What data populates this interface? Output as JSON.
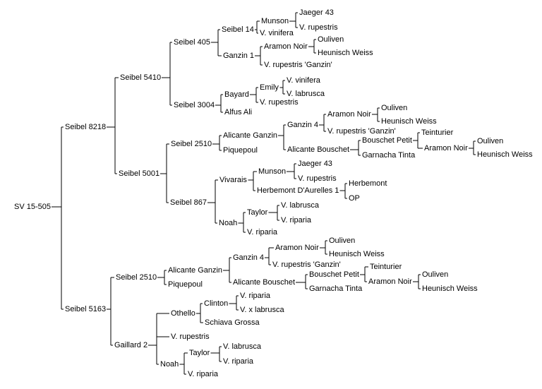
{
  "pedigree": {
    "root": "SV 15-505",
    "parents": [
      "Seibel 8218",
      "Seibel 5163"
    ],
    "nodes": [
      {
        "id": "sv15505",
        "label": "SV 15-505"
      },
      {
        "id": "s8218",
        "label": "Seibel 8218"
      },
      {
        "id": "s5163",
        "label": "Seibel 5163"
      },
      {
        "id": "s5410",
        "label": "Seibel 5410"
      },
      {
        "id": "s5001",
        "label": "Seibel 5001"
      },
      {
        "id": "s405",
        "label": "Seibel 405"
      },
      {
        "id": "s3004",
        "label": "Seibel 3004"
      },
      {
        "id": "s14",
        "label": "Seibel 14"
      },
      {
        "id": "ganzin1",
        "label": "Ganzin 1"
      },
      {
        "id": "munson1",
        "label": "Munson"
      },
      {
        "id": "vvin1",
        "label": "V. vinifera"
      },
      {
        "id": "jaeger1",
        "label": "Jaeger 43"
      },
      {
        "id": "vrup1",
        "label": "V. rupestris"
      },
      {
        "id": "aramon1",
        "label": "Aramon Noir"
      },
      {
        "id": "vrupg1",
        "label": "V. rupestris 'Ganzin'"
      },
      {
        "id": "ouliven1",
        "label": "Ouliven"
      },
      {
        "id": "heunisch1",
        "label": "Heunisch Weiss"
      },
      {
        "id": "bayard",
        "label": "Bayard"
      },
      {
        "id": "alfus",
        "label": "Alfus Ali"
      },
      {
        "id": "emily",
        "label": "Emily"
      },
      {
        "id": "vrup2",
        "label": "V. rupestris"
      },
      {
        "id": "vvin2",
        "label": "V. vinifera"
      },
      {
        "id": "vlab1",
        "label": "V. labrusca"
      },
      {
        "id": "s2510a",
        "label": "Seibel 2510"
      },
      {
        "id": "s867",
        "label": "Seibel 867"
      },
      {
        "id": "alicanteg1",
        "label": "Alicante Ganzin"
      },
      {
        "id": "piquepoul1",
        "label": "Piquepoul"
      },
      {
        "id": "ganzin4a",
        "label": "Ganzin 4"
      },
      {
        "id": "alicanteb1",
        "label": "Alicante Bouschet"
      },
      {
        "id": "aramon2",
        "label": "Aramon Noir"
      },
      {
        "id": "vrupg2",
        "label": "V. rupestris 'Ganzin'"
      },
      {
        "id": "ouliven2",
        "label": "Ouliven"
      },
      {
        "id": "heunisch2",
        "label": "Heunisch Weiss"
      },
      {
        "id": "bouschetp1",
        "label": "Bouschet Petit"
      },
      {
        "id": "garnacha1",
        "label": "Garnacha Tinta"
      },
      {
        "id": "teinturier1",
        "label": "Teinturier"
      },
      {
        "id": "aramon3",
        "label": "Aramon Noir"
      },
      {
        "id": "ouliven3",
        "label": "Ouliven"
      },
      {
        "id": "heunisch3",
        "label": "Heunisch Weiss"
      },
      {
        "id": "vivarais",
        "label": "Vivarais"
      },
      {
        "id": "noah1",
        "label": "Noah"
      },
      {
        "id": "munson2",
        "label": "Munson"
      },
      {
        "id": "herbda",
        "label": "Herbemont D'Aurelles 1"
      },
      {
        "id": "jaeger2",
        "label": "Jaeger 43"
      },
      {
        "id": "vrup3",
        "label": "V. rupestris"
      },
      {
        "id": "herbemont",
        "label": "Herbemont"
      },
      {
        "id": "op",
        "label": "OP"
      },
      {
        "id": "taylor1",
        "label": "Taylor"
      },
      {
        "id": "vrip1",
        "label": "V. riparia"
      },
      {
        "id": "vlab2",
        "label": "V. labrusca"
      },
      {
        "id": "vrip2",
        "label": "V. riparia"
      },
      {
        "id": "s2510b",
        "label": "Seibel 2510"
      },
      {
        "id": "gaillard2",
        "label": "Gaillard 2"
      },
      {
        "id": "alicanteg2",
        "label": "Alicante Ganzin"
      },
      {
        "id": "piquepoul2",
        "label": "Piquepoul"
      },
      {
        "id": "ganzin4b",
        "label": "Ganzin 4"
      },
      {
        "id": "alicanteb2",
        "label": "Alicante Bouschet"
      },
      {
        "id": "aramon4",
        "label": "Aramon Noir"
      },
      {
        "id": "vrupg3",
        "label": "V. rupestris 'Ganzin'"
      },
      {
        "id": "ouliven4",
        "label": "Ouliven"
      },
      {
        "id": "heunisch4",
        "label": "Heunisch Weiss"
      },
      {
        "id": "bouschetp2",
        "label": "Bouschet Petit"
      },
      {
        "id": "garnacha2",
        "label": "Garnacha Tinta"
      },
      {
        "id": "teinturier2",
        "label": "Teinturier"
      },
      {
        "id": "aramon5",
        "label": "Aramon Noir"
      },
      {
        "id": "ouliven5",
        "label": "Ouliven"
      },
      {
        "id": "heunisch5",
        "label": "Heunisch Weiss"
      },
      {
        "id": "othello",
        "label": "Othello"
      },
      {
        "id": "vrup4",
        "label": "V. rupestris"
      },
      {
        "id": "noah2",
        "label": "Noah"
      },
      {
        "id": "clinton",
        "label": "Clinton"
      },
      {
        "id": "schiava",
        "label": "Schiava Grossa"
      },
      {
        "id": "vrip3",
        "label": "V. riparia"
      },
      {
        "id": "vxlab",
        "label": "V. x labrusca"
      },
      {
        "id": "taylor2",
        "label": "Taylor"
      },
      {
        "id": "vrip4",
        "label": "V. riparia"
      },
      {
        "id": "vlab3",
        "label": "V. labrusca"
      },
      {
        "id": "vrip5",
        "label": "V. riparia"
      }
    ],
    "edges": [
      [
        "sv15505",
        "s8218"
      ],
      [
        "sv15505",
        "s5163"
      ],
      [
        "s8218",
        "s5410"
      ],
      [
        "s8218",
        "s5001"
      ],
      [
        "s5410",
        "s405"
      ],
      [
        "s5410",
        "s3004"
      ],
      [
        "s405",
        "s14"
      ],
      [
        "s405",
        "ganzin1"
      ],
      [
        "s14",
        "munson1"
      ],
      [
        "s14",
        "vvin1"
      ],
      [
        "munson1",
        "jaeger1"
      ],
      [
        "munson1",
        "vrup1"
      ],
      [
        "ganzin1",
        "aramon1"
      ],
      [
        "ganzin1",
        "vrupg1"
      ],
      [
        "aramon1",
        "ouliven1"
      ],
      [
        "aramon1",
        "heunisch1"
      ],
      [
        "s3004",
        "bayard"
      ],
      [
        "s3004",
        "alfus"
      ],
      [
        "bayard",
        "emily"
      ],
      [
        "bayard",
        "vrup2"
      ],
      [
        "emily",
        "vvin2"
      ],
      [
        "emily",
        "vlab1"
      ],
      [
        "s5001",
        "s2510a"
      ],
      [
        "s5001",
        "s867"
      ],
      [
        "s2510a",
        "alicanteg1"
      ],
      [
        "s2510a",
        "piquepoul1"
      ],
      [
        "alicanteg1",
        "ganzin4a"
      ],
      [
        "alicanteg1",
        "alicanteb1"
      ],
      [
        "ganzin4a",
        "aramon2"
      ],
      [
        "ganzin4a",
        "vrupg2"
      ],
      [
        "aramon2",
        "ouliven2"
      ],
      [
        "aramon2",
        "heunisch2"
      ],
      [
        "alicanteb1",
        "bouschetp1"
      ],
      [
        "alicanteb1",
        "garnacha1"
      ],
      [
        "bouschetp1",
        "teinturier1"
      ],
      [
        "bouschetp1",
        "aramon3"
      ],
      [
        "aramon3",
        "ouliven3"
      ],
      [
        "aramon3",
        "heunisch3"
      ],
      [
        "s867",
        "vivarais"
      ],
      [
        "s867",
        "noah1"
      ],
      [
        "vivarais",
        "munson2"
      ],
      [
        "vivarais",
        "herbda"
      ],
      [
        "munson2",
        "jaeger2"
      ],
      [
        "munson2",
        "vrup3"
      ],
      [
        "herbda",
        "herbemont"
      ],
      [
        "herbda",
        "op"
      ],
      [
        "noah1",
        "taylor1"
      ],
      [
        "noah1",
        "vrip1"
      ],
      [
        "taylor1",
        "vlab2"
      ],
      [
        "taylor1",
        "vrip2"
      ],
      [
        "s5163",
        "s2510b"
      ],
      [
        "s5163",
        "gaillard2"
      ],
      [
        "s2510b",
        "alicanteg2"
      ],
      [
        "s2510b",
        "piquepoul2"
      ],
      [
        "alicanteg2",
        "ganzin4b"
      ],
      [
        "alicanteg2",
        "alicanteb2"
      ],
      [
        "ganzin4b",
        "aramon4"
      ],
      [
        "ganzin4b",
        "vrupg3"
      ],
      [
        "aramon4",
        "ouliven4"
      ],
      [
        "aramon4",
        "heunisch4"
      ],
      [
        "alicanteb2",
        "bouschetp2"
      ],
      [
        "alicanteb2",
        "garnacha2"
      ],
      [
        "bouschetp2",
        "teinturier2"
      ],
      [
        "bouschetp2",
        "aramon5"
      ],
      [
        "aramon5",
        "ouliven5"
      ],
      [
        "aramon5",
        "heunisch5"
      ],
      [
        "gaillard2",
        "othello"
      ],
      [
        "gaillard2",
        "noah2"
      ],
      [
        "othello",
        "clinton"
      ],
      [
        "othello",
        "schiava"
      ],
      [
        "clinton",
        "vrip3"
      ],
      [
        "clinton",
        "vxlab"
      ],
      [
        "gaillard2",
        "vrup4"
      ],
      [
        "noah2",
        "taylor2"
      ],
      [
        "noah2",
        "vrip4"
      ],
      [
        "taylor2",
        "vlab3"
      ],
      [
        "taylor2",
        "vrip5"
      ]
    ]
  }
}
